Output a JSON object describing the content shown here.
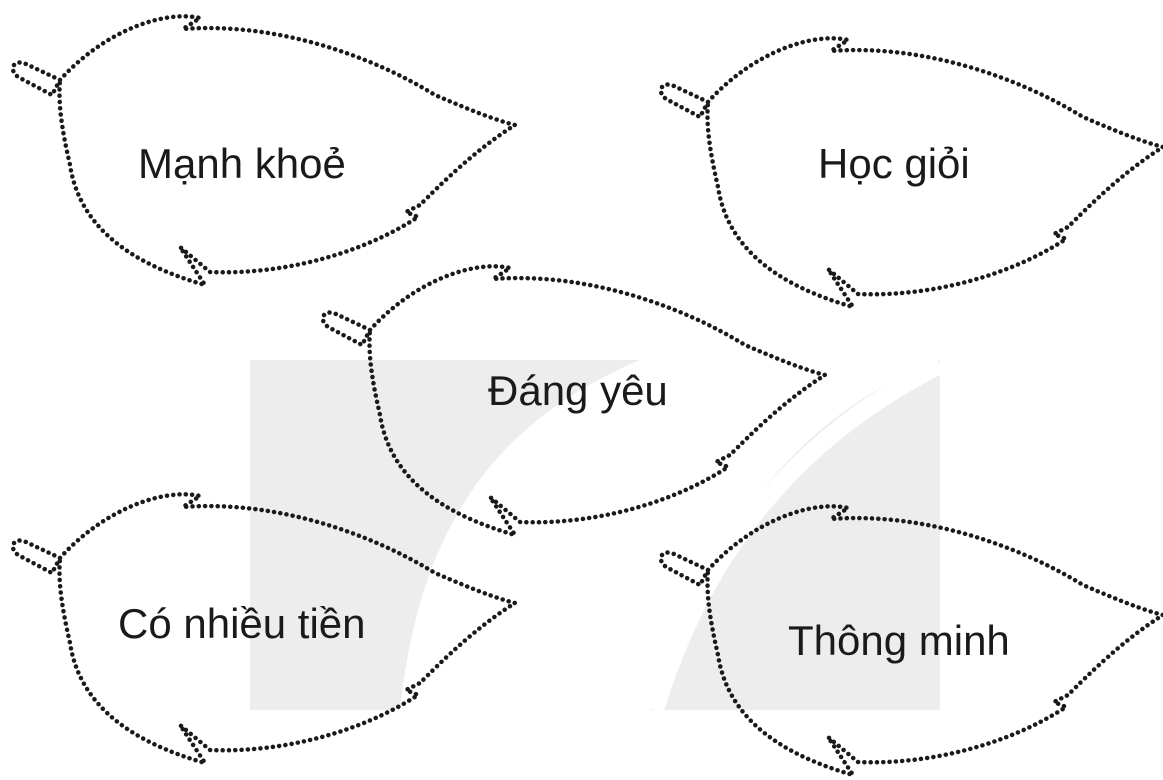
{
  "leaves": [
    {
      "label": "Mạnh khoẻ"
    },
    {
      "label": "Học giỏi"
    },
    {
      "label": "Đáng yêu"
    },
    {
      "label": "Có nhiều tiền"
    },
    {
      "label": "Thông minh"
    }
  ],
  "colors": {
    "outline": "#1a1a1a",
    "watermark": "#ededed",
    "background": "#ffffff"
  }
}
